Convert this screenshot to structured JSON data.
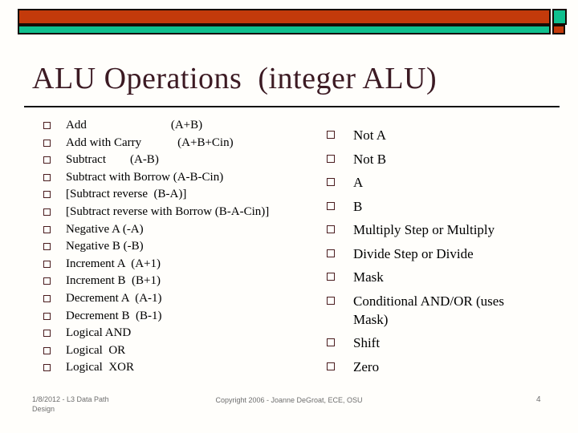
{
  "title": "ALU Operations  (integer ALU)",
  "left_list": {
    "items": [
      "Add                            (A+B)",
      "Add with Carry            (A+B+Cin)",
      "Subtract        (A-B)",
      "Subtract with Borrow (A-B-Cin)",
      "[Subtract reverse  (B-A)]",
      "[Subtract reverse with Borrow (B-A-Cin)]",
      "Negative A (-A)",
      "Negative B (-B)",
      "Increment A  (A+1)",
      "Increment B  (B+1)",
      "Decrement A  (A-1)",
      "Decrement B  (B-1)",
      "Logical AND",
      "Logical  OR",
      "Logical  XOR"
    ]
  },
  "right_list": {
    "items": [
      "Not A",
      "Not B",
      "A",
      "B",
      "Multiply Step or Multiply",
      "Divide Step or Divide",
      "Mask",
      "Conditional AND/OR (uses Mask)",
      "Shift",
      "Zero"
    ]
  },
  "footer": {
    "left": "1/8/2012 - L3 Data Path Design",
    "center": "Copyright 2006 - Joanne DeGroat, ECE, OSU",
    "page": "4"
  },
  "colors": {
    "bar_red": "#c33a0b",
    "bar_teal": "#0fc08e",
    "outline": "#160c05",
    "title": "#3c1a23",
    "bullet": "#4a1c1e",
    "text": "#000000",
    "footer": "#6e6e6e",
    "background": "#fffefb"
  }
}
